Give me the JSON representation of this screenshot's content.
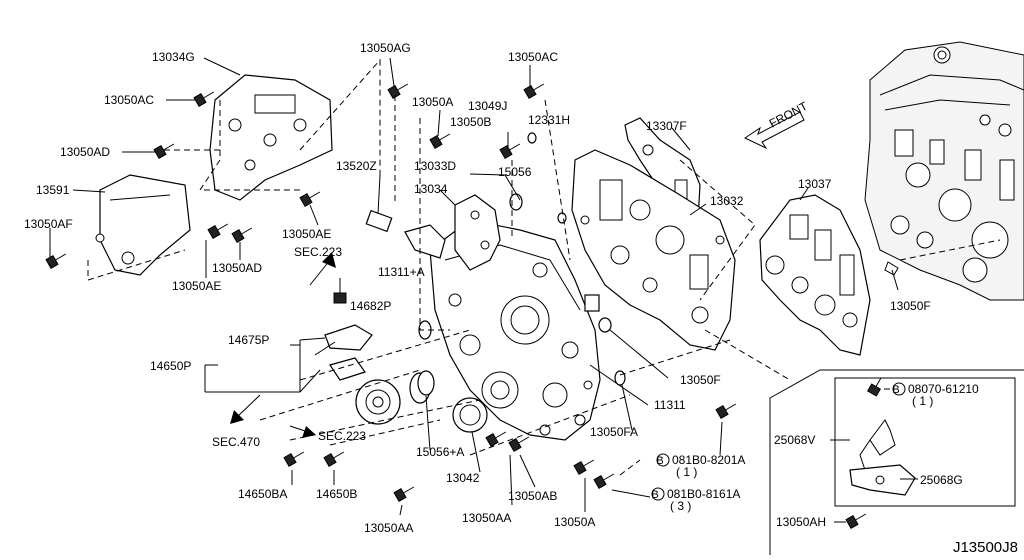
{
  "labels": {
    "p13034G": "13034G",
    "p13050AC_left": "13050AC",
    "p13050AD_left": "13050AD",
    "p13591": "13591",
    "p13050AF": "13050AF",
    "p13050AE_bottom": "13050AE",
    "p13050AD_bottom": "13050AD",
    "p13050AE_mid": "13050AE",
    "p13050AG": "13050AG",
    "p13050A_top": "13050A",
    "p13050B_top": "13050B",
    "p13049J": "13049J",
    "p12331H": "12331H",
    "p13050AC_top": "13050AC",
    "p13520Z": "13520Z",
    "p13033D": "13033D",
    "p13034": "13034",
    "p15056": "15056",
    "p13307F": "13307F",
    "p13032": "13032",
    "p13037": "13037",
    "p13050F_right": "13050F",
    "p11311A": "11311+A",
    "p14682P": "14682P",
    "p14675P": "14675P",
    "p14650P": "14650P",
    "sec223_top": "SEC.223",
    "sec470": "SEC.470",
    "sec223_bottom": "SEC.223",
    "p13050F_mid": "13050F",
    "p11311": "11311",
    "p13050FA": "13050FA",
    "p15056A": "15056+A",
    "p13042": "13042",
    "p14650BA": "14650BA",
    "p14650B": "14650B",
    "p13050AA_left": "13050AA",
    "p13050AA_mid": "13050AA",
    "p13050AB": "13050AB",
    "p13050A_bottom": "13050A",
    "bolt1_code": "081B0-8201A",
    "bolt1_qty": "( 1 )",
    "bolt2_code": "081B0-8161A",
    "bolt2_qty": "( 3 )",
    "front": "FRONT",
    "p08070": "08070-61210",
    "p08070_qty": "( 1 )",
    "p25068V": "25068V",
    "p25068G": "25068G",
    "p13050AH": "13050AH",
    "diagram_id": "J13500J8",
    "circled_b": "B"
  }
}
